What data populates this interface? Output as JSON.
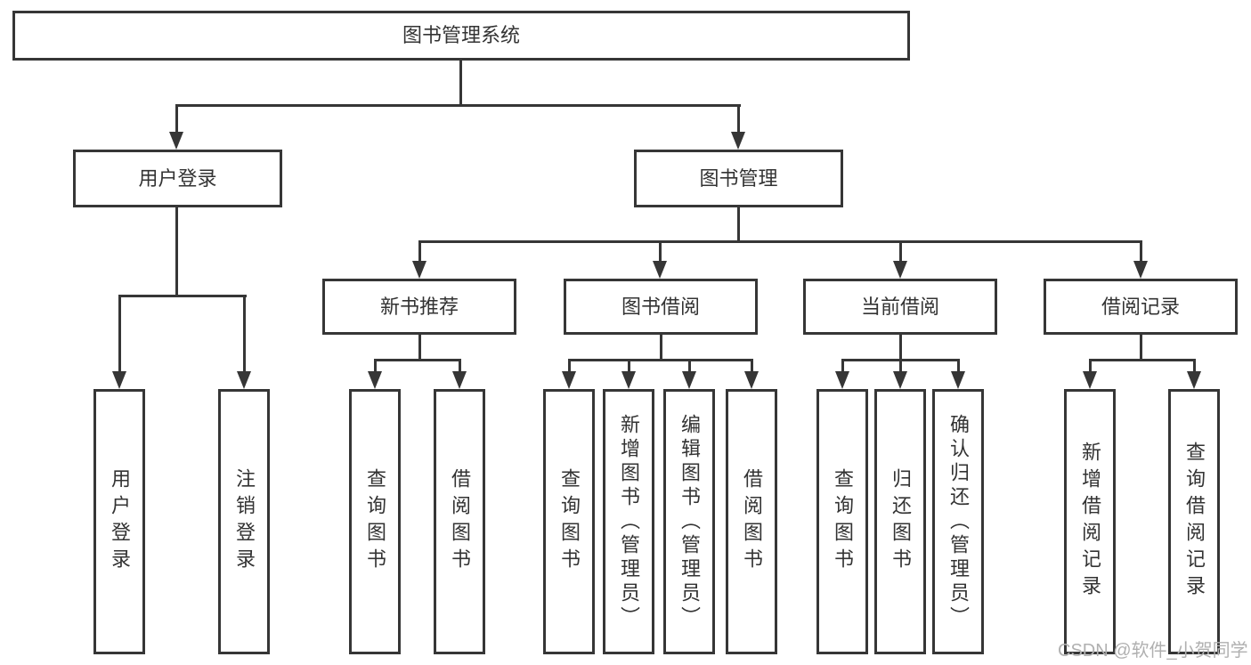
{
  "root": {
    "label": "图书管理系统"
  },
  "level2": [
    {
      "label": "用户登录"
    },
    {
      "label": "图书管理"
    }
  ],
  "level3": [
    {
      "label": "新书推荐"
    },
    {
      "label": "图书借阅"
    },
    {
      "label": "当前借阅"
    },
    {
      "label": "借阅记录"
    }
  ],
  "leaves": [
    {
      "label": "用户登录"
    },
    {
      "label": "注销登录"
    },
    {
      "label": "查询图书"
    },
    {
      "label": "借阅图书"
    },
    {
      "label": "查询图书"
    },
    {
      "label": "新增图书（管理员）"
    },
    {
      "label": "编辑图书（管理员）"
    },
    {
      "label": "借阅图书"
    },
    {
      "label": "查询图书"
    },
    {
      "label": "归还图书"
    },
    {
      "label": "确认归还（管理员）"
    },
    {
      "label": "新增借阅记录"
    },
    {
      "label": "查询借阅记录"
    }
  ],
  "watermark": {
    "text": "CSDN @软件_小贺同学"
  },
  "colors": {
    "line": "#363636",
    "text": "#333333",
    "watermark": "#b0b0b0",
    "background": "#ffffff"
  }
}
